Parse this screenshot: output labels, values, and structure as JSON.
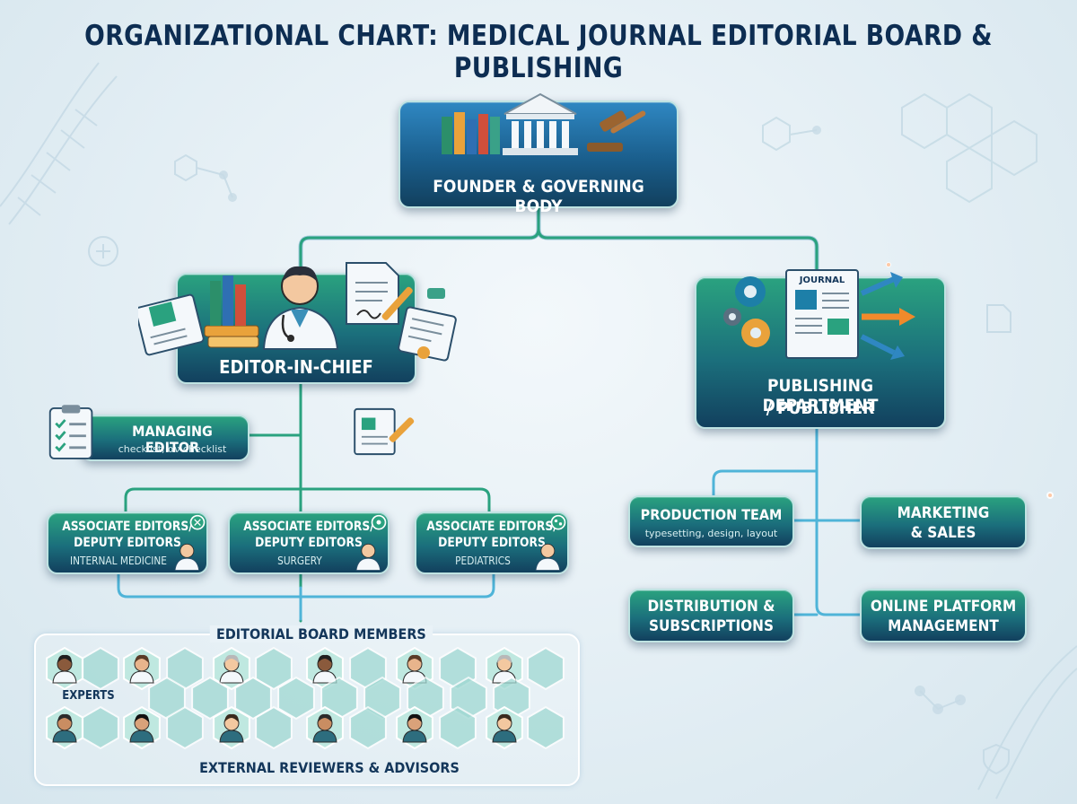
{
  "title": "ORGANIZATIONAL CHART: MEDICAL JOURNAL EDITORIAL BOARD & PUBLISHING",
  "colors": {
    "navy": "#10395a",
    "teal": "#2aa27f",
    "blue": "#2f87c2",
    "connector": "#2aa27f"
  },
  "founder": {
    "label": "FOUNDER & GOVERNING BODY"
  },
  "editor_in_chief": {
    "label": "EDITOR-IN-CHIEF"
  },
  "publisher": {
    "label_line1": "PUBLISHING DEPARTMENT",
    "label_line2": "/ PUBLISHER",
    "icon_text": "JOURNAL"
  },
  "managing_editor": {
    "label": "MANAGING EDITOR",
    "sub": "checklist, αν checklist"
  },
  "associate_editors": [
    {
      "line1": "ASSOCIATE EDITORS/",
      "line2": "DEPUTY EDITORS",
      "specialty": "INTERNAL MEDICINE"
    },
    {
      "line1": "ASSOCIATE EDITORS/",
      "line2": "DEPUTY EDITORS",
      "specialty": "SURGERY"
    },
    {
      "line1": "ASSOCIATE EDITORS/",
      "line2": "DEPUTY EDITORS",
      "specialty": "PEDIATRICS"
    }
  ],
  "production_team": {
    "label": "PRODUCTION TEAM",
    "sub": "typesetting, design, layout"
  },
  "marketing": {
    "line1": "MARKETING",
    "line2": "& SALES"
  },
  "distribution": {
    "line1": "DISTRIBUTION &",
    "line2": "SUBSCRIPTIONS"
  },
  "online_platform": {
    "line1": "ONLINE PLATFORM",
    "line2": "MANAGEMENT"
  },
  "board": {
    "header": "EDITORIAL BOARD MEMBERS",
    "experts_label": "EXPERTS",
    "footer": "EXTERNAL REVIEWERS & ADVISORS"
  }
}
